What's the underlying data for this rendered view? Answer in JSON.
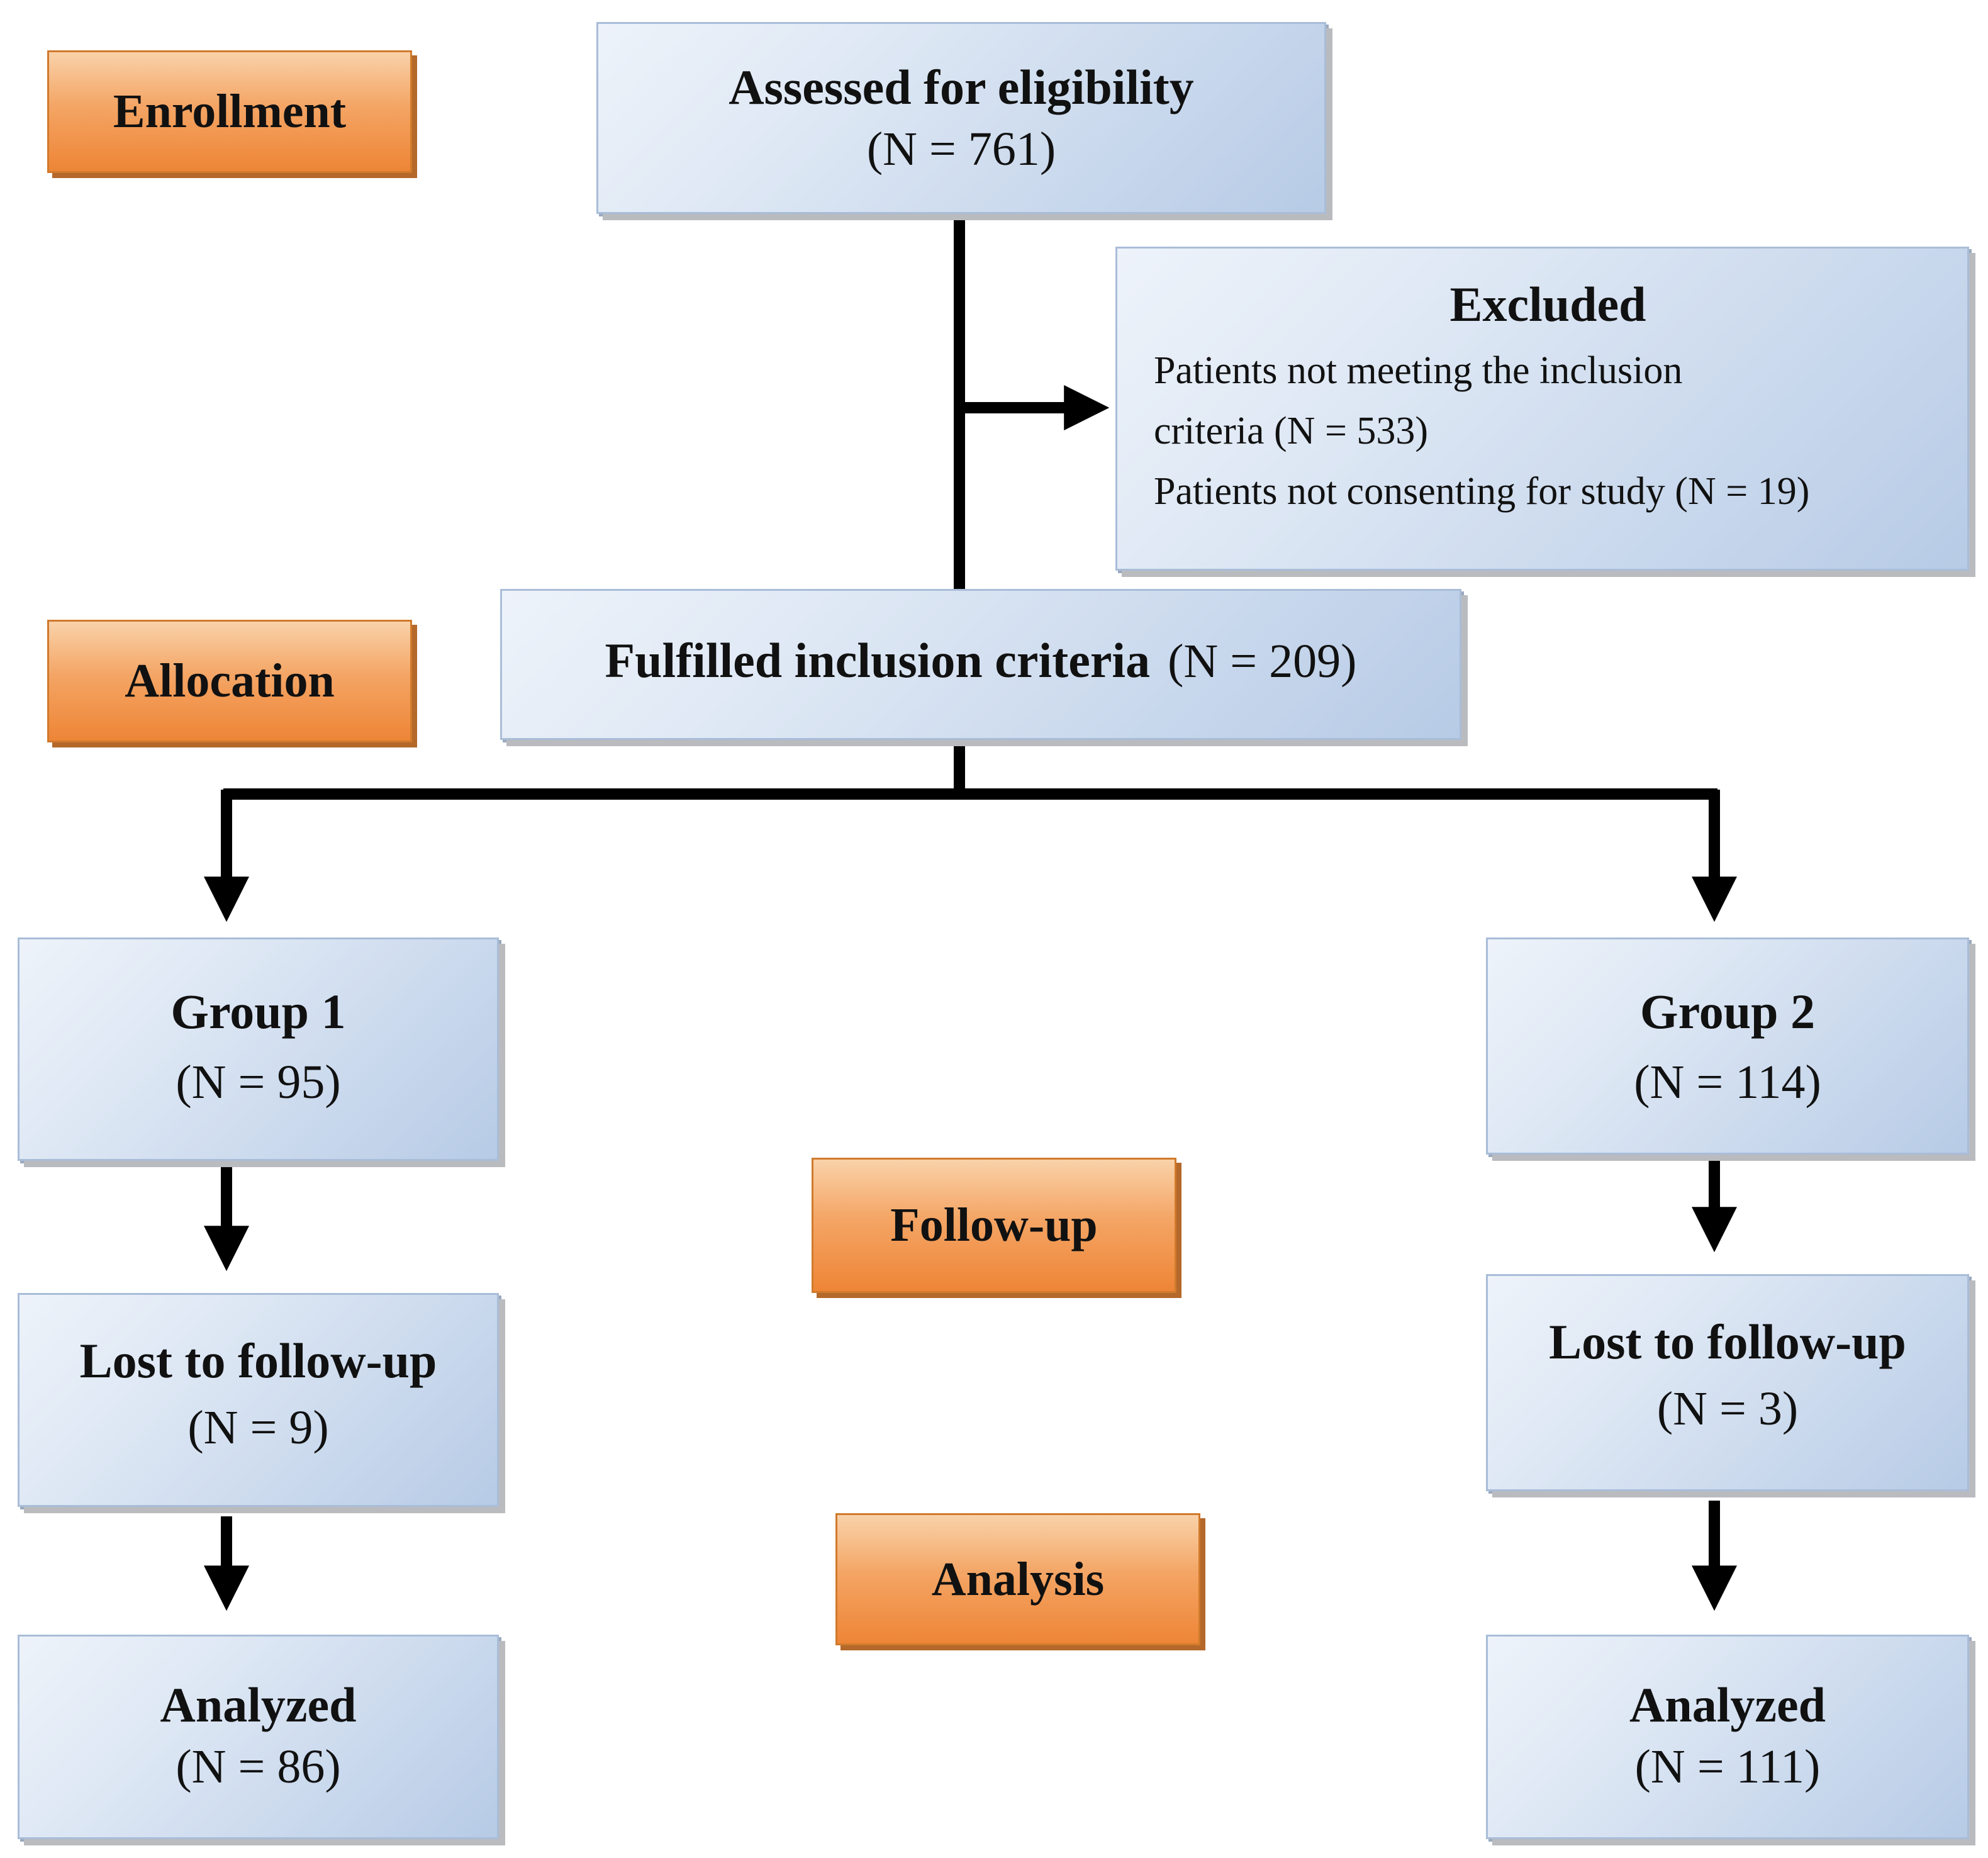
{
  "stages": {
    "enrollment": "Enrollment",
    "allocation": "Allocation",
    "follow_up": "Follow-up",
    "analysis": "Analysis"
  },
  "assessed": {
    "title": "Assessed for eligibility",
    "count": "(N = 761)"
  },
  "excluded": {
    "title": "Excluded",
    "line1": "Patients not meeting the inclusion",
    "line2": "criteria (N = 533)",
    "line3": "Patients not consenting for study (N = 19)"
  },
  "fulfilled": {
    "title": "Fulfilled inclusion criteria",
    "count": "(N = 209)"
  },
  "group1": {
    "title": "Group 1",
    "count": "(N = 95)",
    "lost_title": "Lost to follow-up",
    "lost_count": "(N = 9)",
    "analyzed_title": "Analyzed",
    "analyzed_count": "(N = 86)"
  },
  "group2": {
    "title": "Group 2",
    "count": "(N = 114)",
    "lost_title": "Lost to follow-up",
    "lost_count": "(N = 3)",
    "analyzed_title": "Analyzed",
    "analyzed_count": "(N = 111)"
  }
}
